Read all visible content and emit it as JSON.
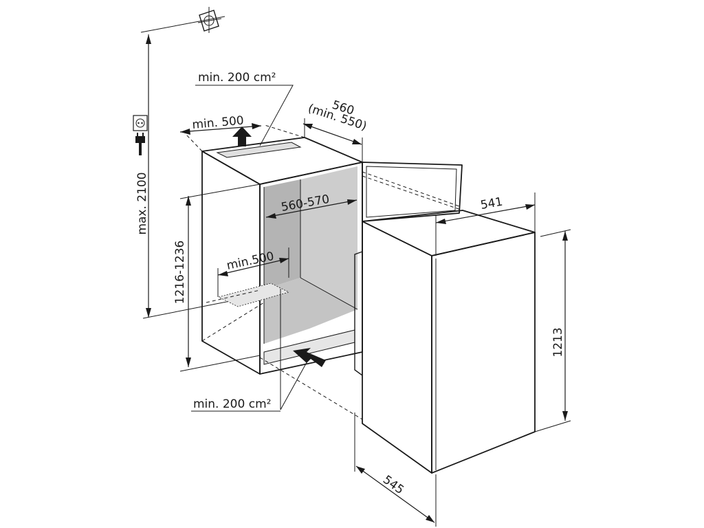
{
  "colors": {
    "line": "#1a1a1a",
    "cavity_wall": "#b4b4b4",
    "cavity_back": "#cdcdcd",
    "cabinet_face": "#f0f0f0",
    "door_face": "#e6e6e6",
    "appliance_face": "#f7f7f7"
  },
  "icons": [
    "level-icon",
    "socket-icon",
    "plug-icon",
    "airflow-out-arrow-icon",
    "airflow-in-arrow-icon"
  ],
  "labels": {
    "top_vent_area": "min. 200 cm²",
    "top_vent_depth": "min. 500",
    "niche_depth": "560",
    "niche_depth_min": "(min. 550)",
    "niche_width": "560-570",
    "inner_depth": "min.500",
    "max_height": "max. 2100",
    "niche_height": "1216-1236",
    "bottom_vent_area": "min. 200 cm²",
    "appliance_width": "541",
    "appliance_height": "1213",
    "appliance_depth": "545"
  }
}
